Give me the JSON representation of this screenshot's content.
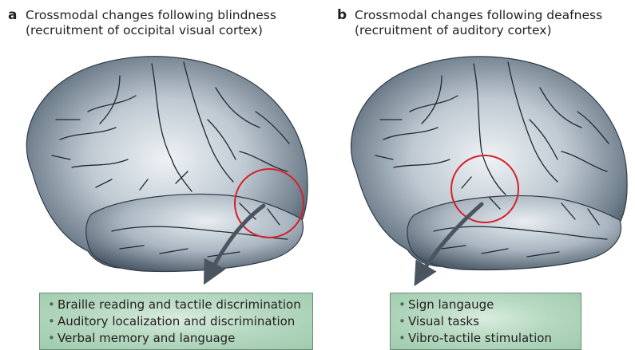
{
  "panels": [
    {
      "letter": "a",
      "title_line1": "Crossmodal changes following blindness",
      "title_line2": "(recruitment of occipital visual cortex)",
      "items": [
        "Braille reading and tactile discrimination",
        "Auditory localization and discrimination",
        "Verbal memory and language"
      ]
    },
    {
      "letter": "b",
      "title_line1": "Crossmodal changes following deafness",
      "title_line2": "(recruitment of auditory cortex)",
      "items": [
        "Sign langauge",
        "Visual tasks",
        "Vibro-tactile stimulation"
      ]
    }
  ],
  "colors": {
    "highlight_circle": "#d4202a",
    "arrow": "#4a5560",
    "brain_dark": "#3c4a59",
    "brain_light": "#e6ecf1",
    "box_fill": "#b7d9c1"
  }
}
